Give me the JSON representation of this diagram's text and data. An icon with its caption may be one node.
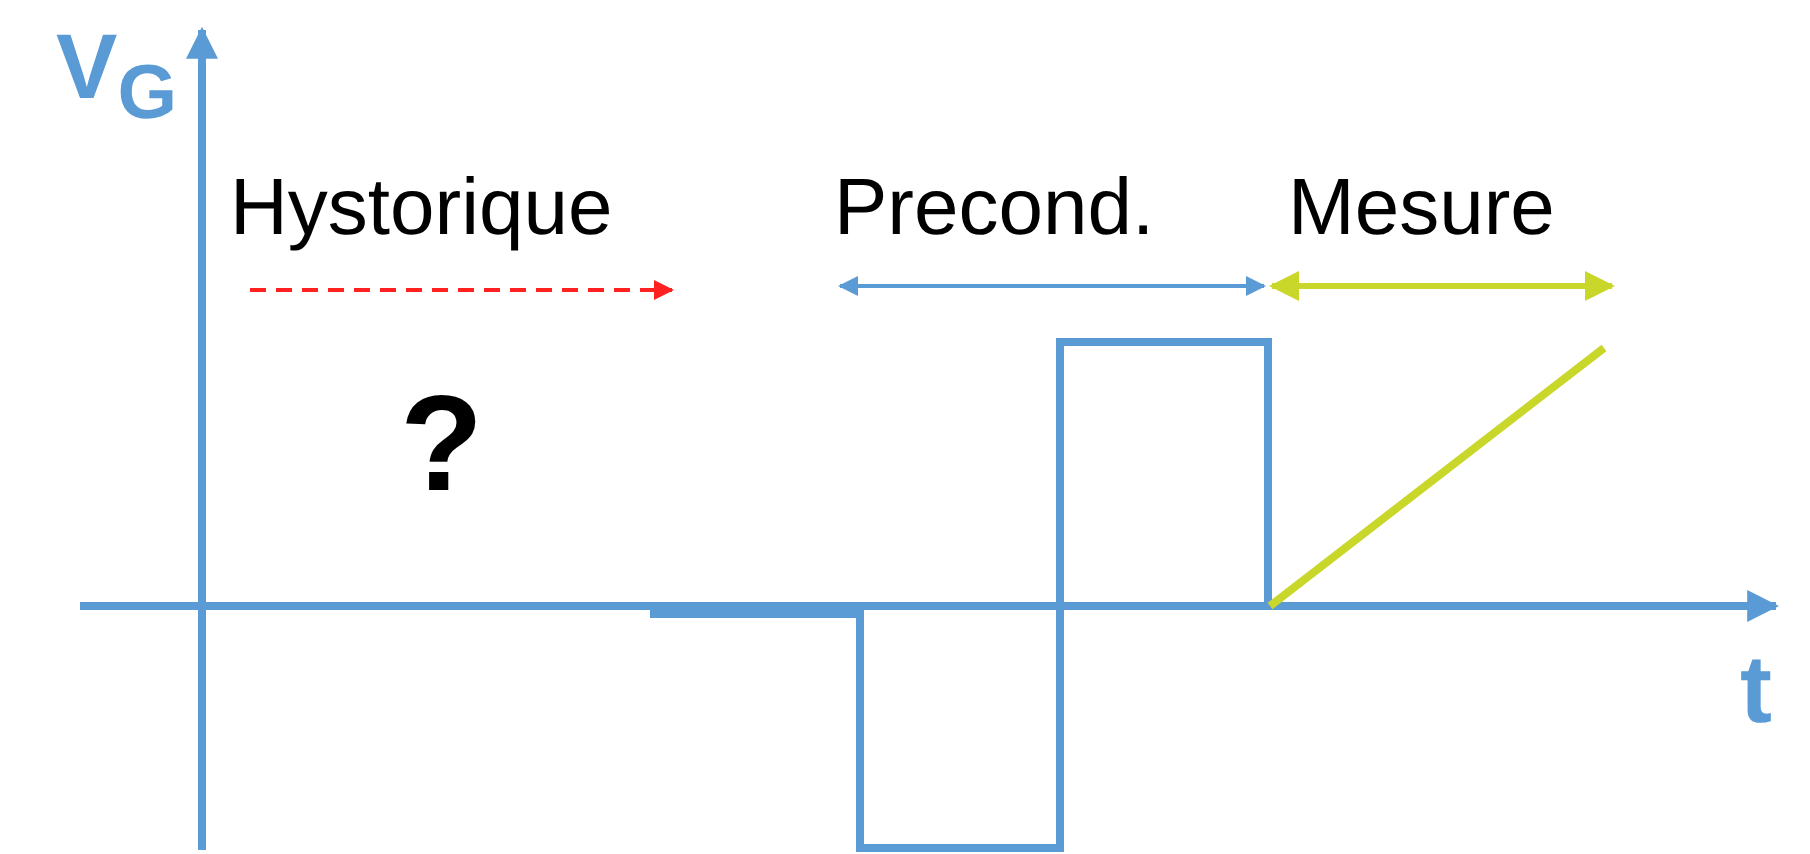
{
  "diagram": {
    "labels": [
      "V$_{G}$",
      "Hystorique",
      "Precond.",
      "Mesure",
      "?",
      "t"
    ]
  }
}
